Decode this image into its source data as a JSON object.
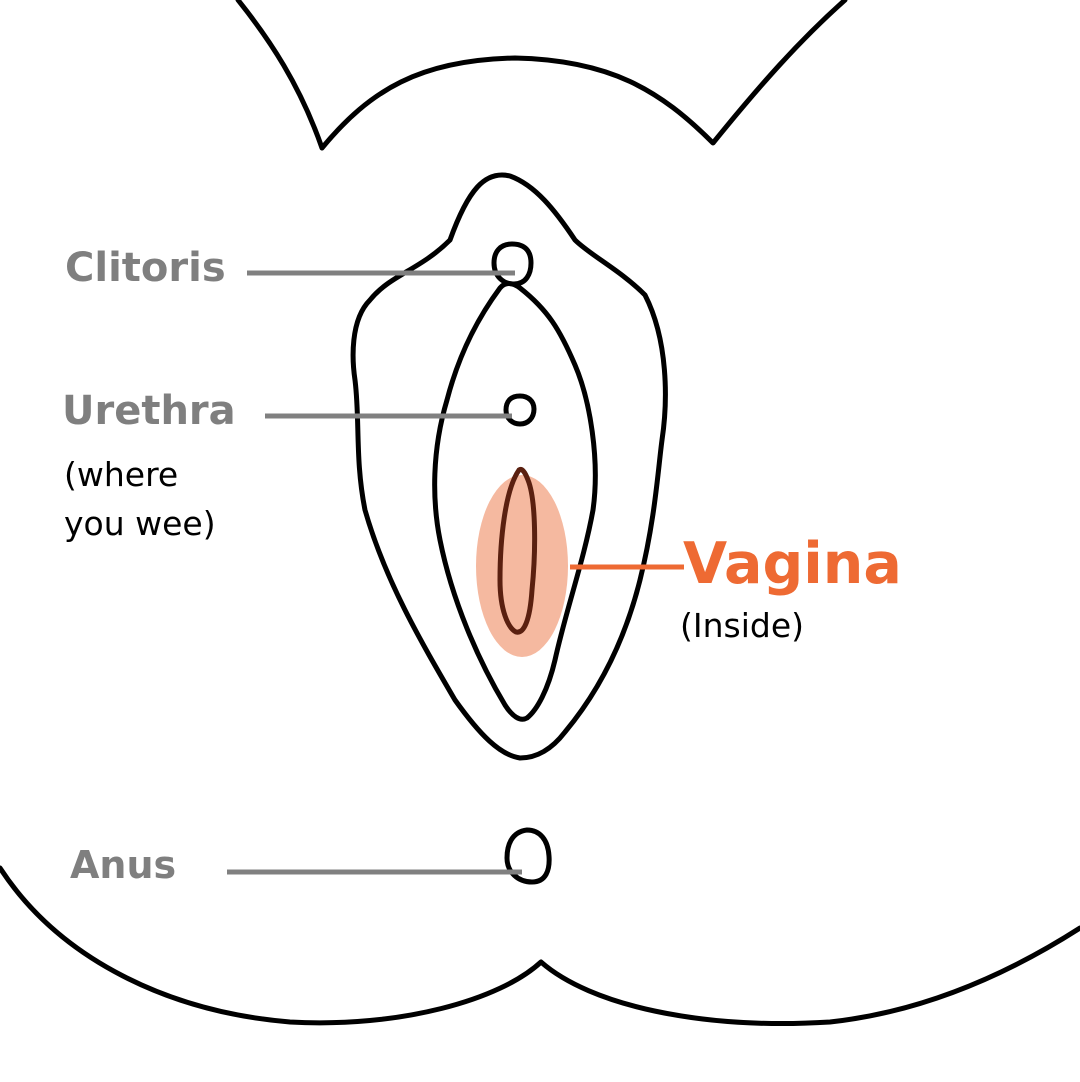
{
  "labels": {
    "clitoris": "Clitoris",
    "urethra": "Urethra",
    "urethra_note_line1": "(where",
    "urethra_note_line2": "you wee)",
    "vagina": "Vagina",
    "vagina_note": "(Inside)",
    "anus": "Anus"
  },
  "colors": {
    "label_gray": "#7f7f7f",
    "leader_gray": "#808080",
    "accent": "#ee6a33",
    "highlight": "#f5b9a0",
    "vagina_outline": "#5a2010",
    "outline": "#000000",
    "background": "#ffffff"
  }
}
